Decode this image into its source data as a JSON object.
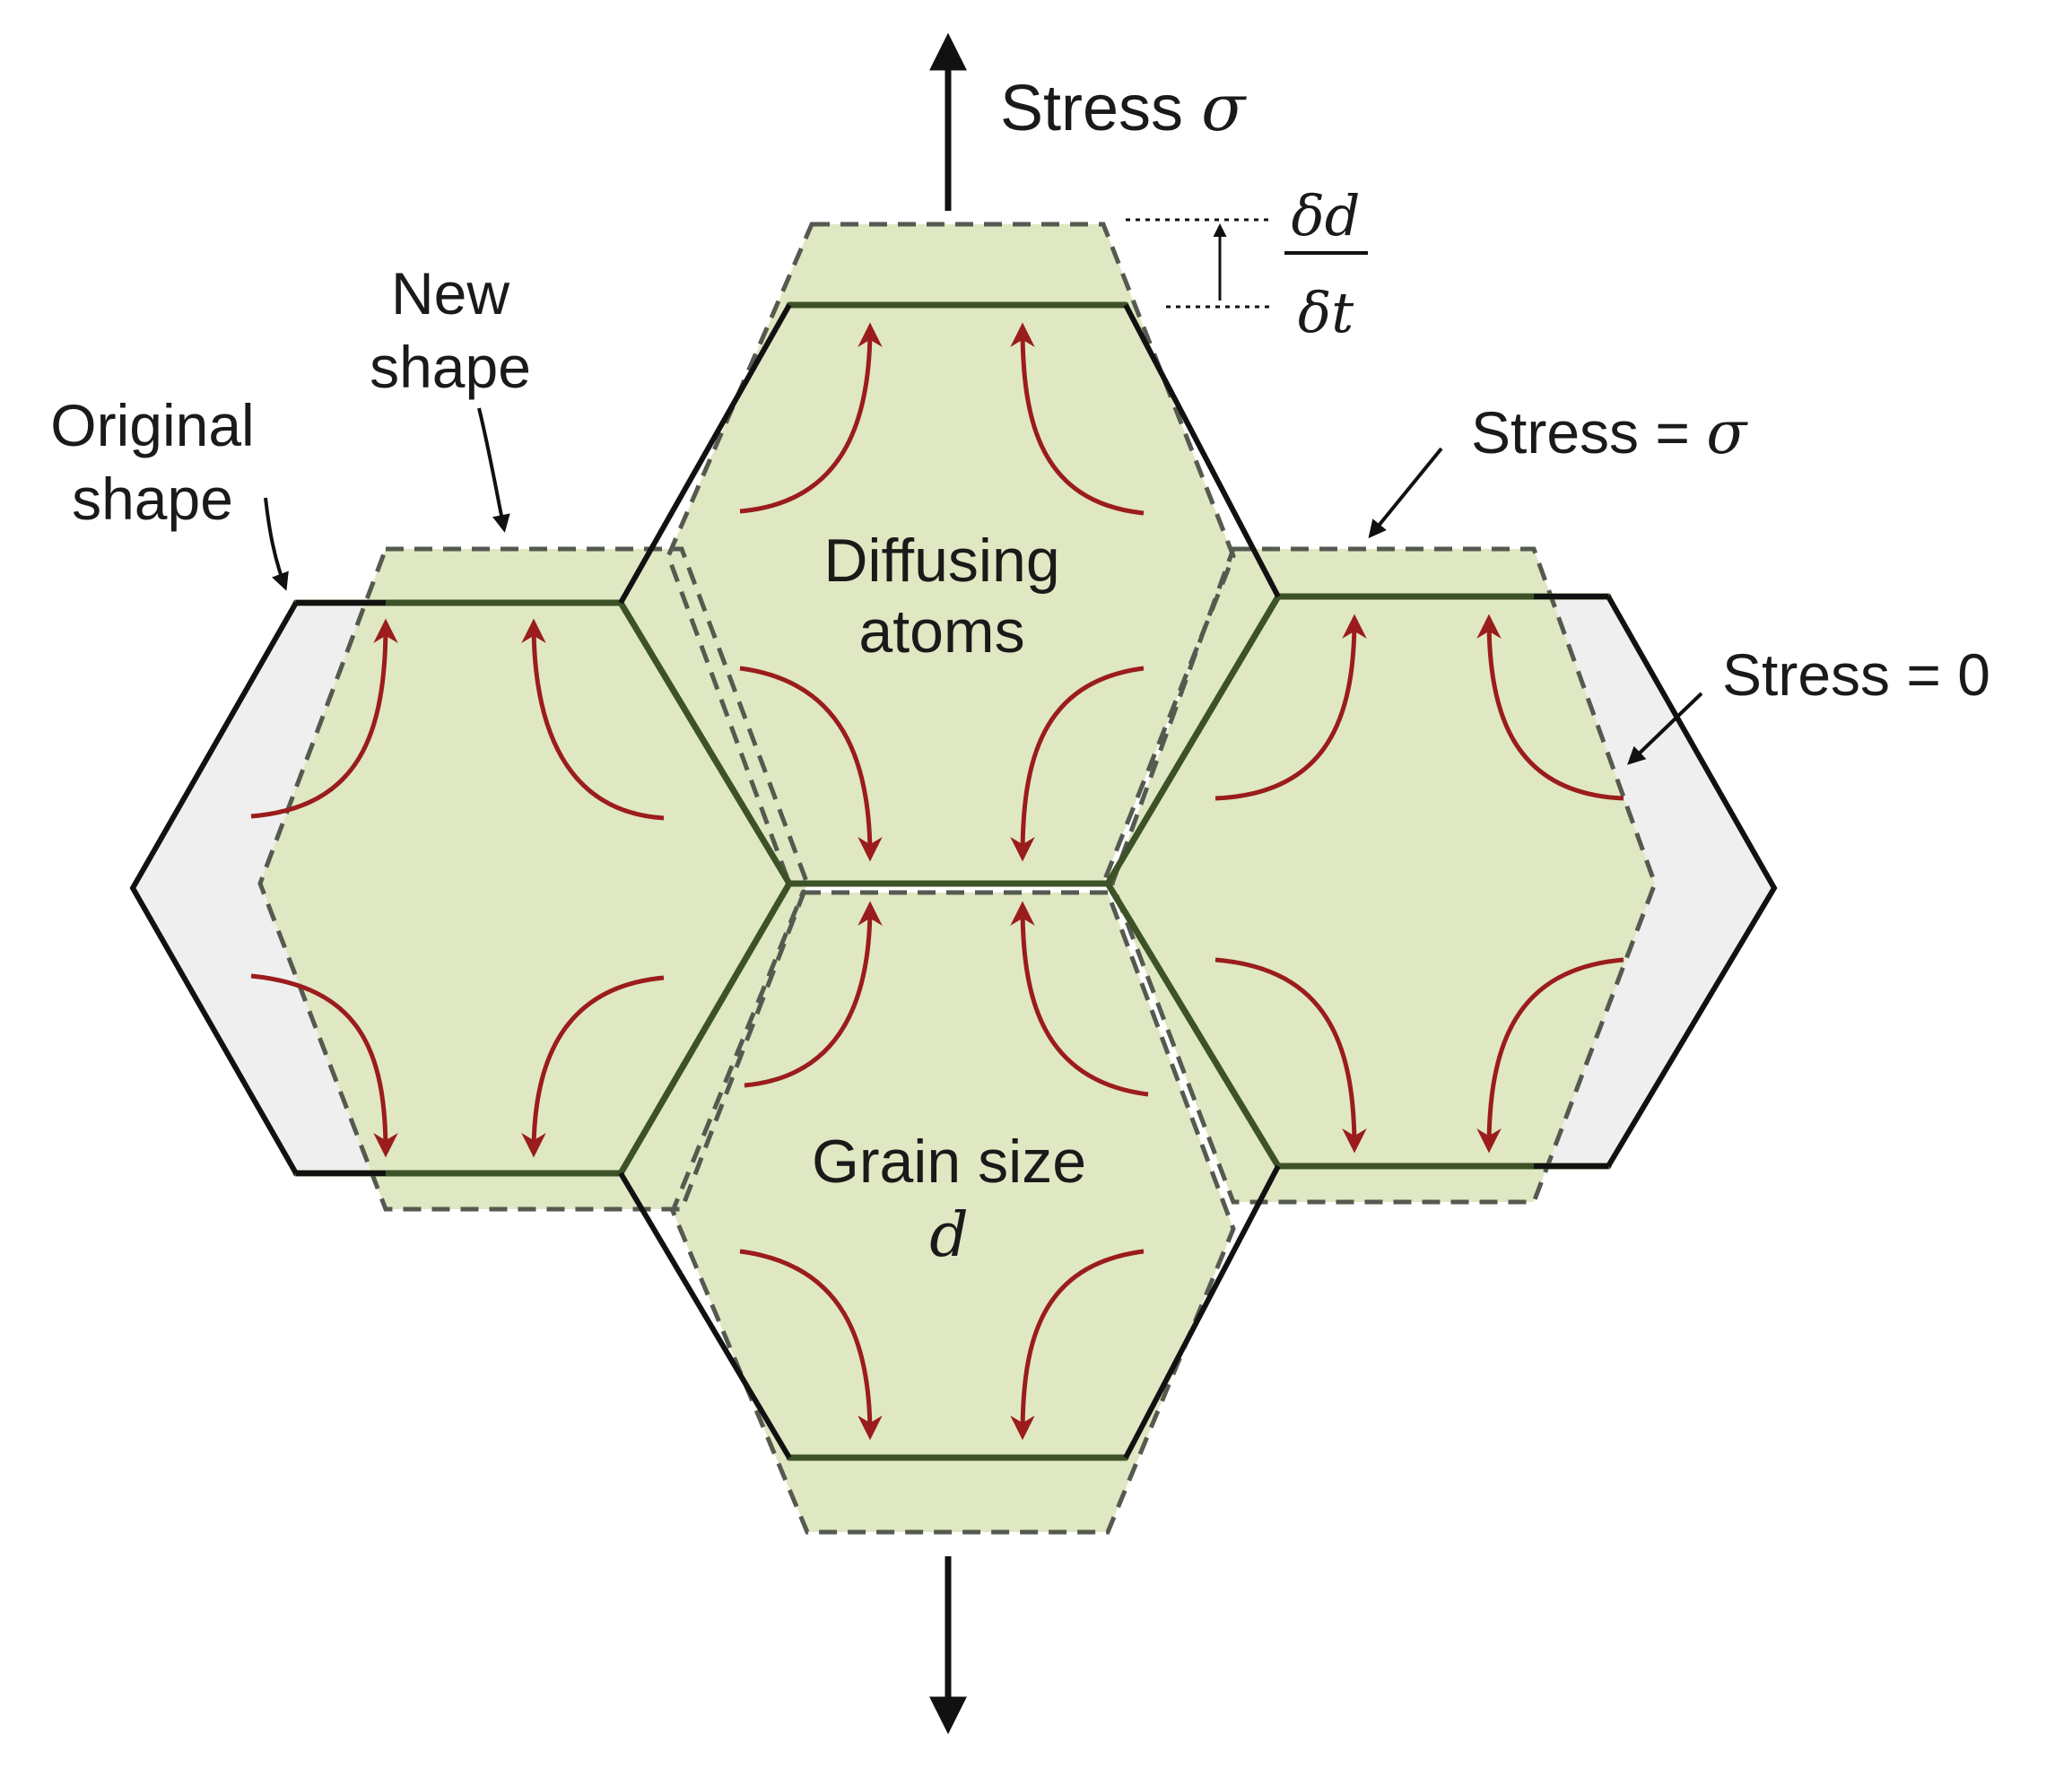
{
  "labels": {
    "stress_top_word": "Stress",
    "stress_top_symbol": "σ",
    "rate_numerator": "δd",
    "rate_denominator": "δt",
    "new_shape_line1": "New",
    "new_shape_line2": "shape",
    "original_shape_line1": "Original",
    "original_shape_line2": "shape",
    "stress_sigma_right_word": "Stress =",
    "stress_sigma_right_symbol": "σ",
    "stress_zero_right": "Stress = 0",
    "diffusing_line1": "Diffusing",
    "diffusing_line2": "atoms",
    "grain_line1": "Grain size",
    "grain_line2": "d"
  },
  "colors": {
    "grain_fill": "#dfe8c2",
    "removed_region_fill": "#efefef",
    "grain_boundary": "#3d5226",
    "original_outline": "#111111",
    "dashed_outline": "#555a50",
    "diffusion_arrow": "#9b1c1c",
    "stress_arrow": "#111111"
  }
}
